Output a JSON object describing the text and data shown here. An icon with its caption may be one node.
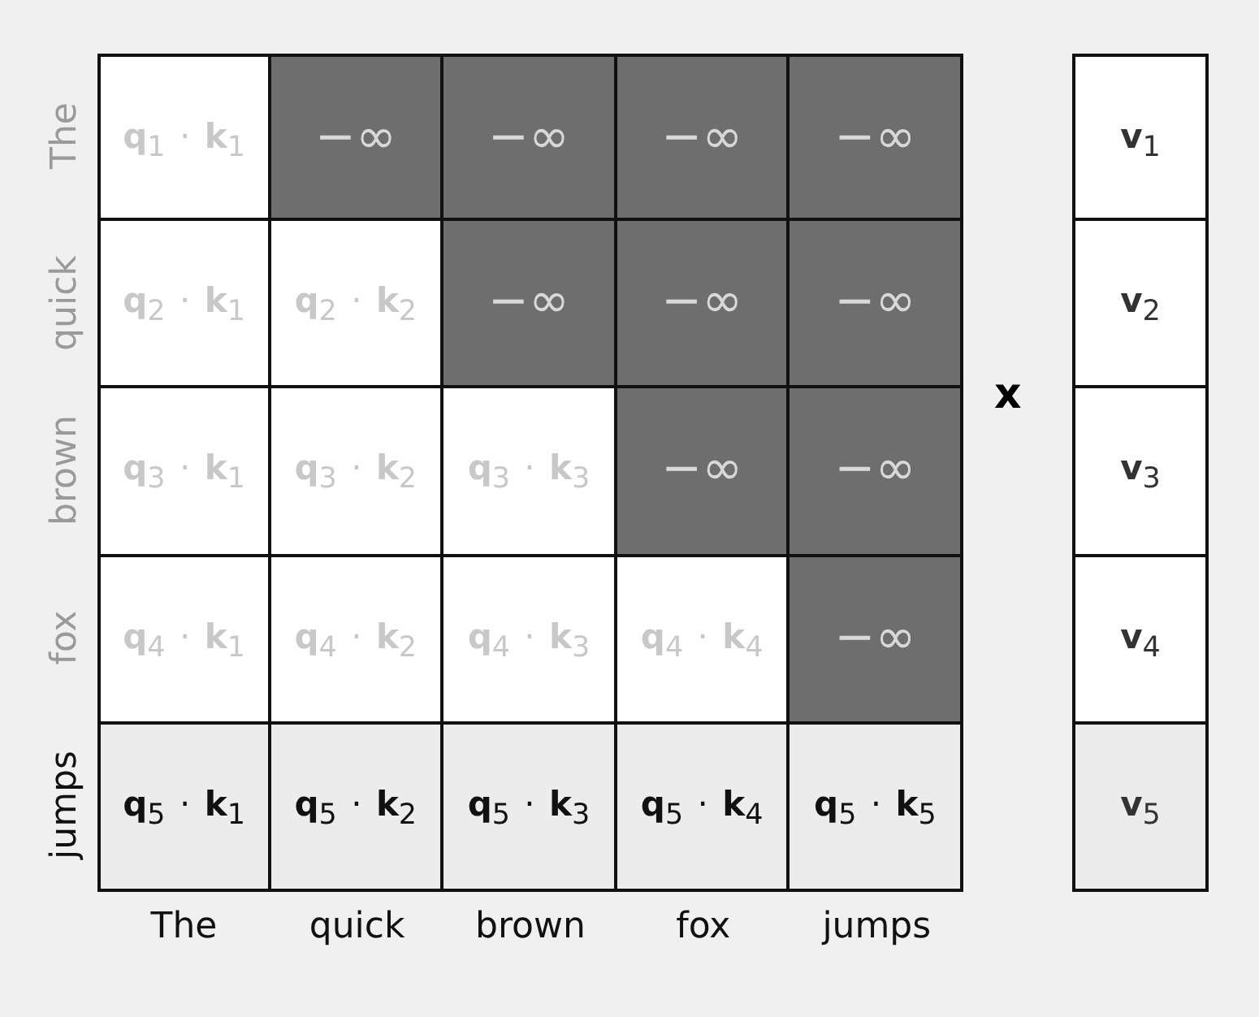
{
  "diagram": {
    "labels": [
      "The",
      "**q**$_{1}$ · **k**$_{1}$",
      "−∞",
      "−∞",
      "−∞",
      "−∞",
      "quick",
      "**q**$_{2}$ · **k**$_{1}$",
      "**q**$_{2}$ · **k**$_{2}$",
      "−∞",
      "−∞",
      "−∞",
      "brown",
      "**q**$_{3}$ · **k**$_{1}$",
      "**q**$_{3}$ · **k**$_{2}$",
      "**q**$_{3}$ · **k**$_{3}$",
      "−∞",
      "−∞",
      "fox",
      "**q**$_{4}$ · **k**$_{1}$",
      "**q**$_{4}$ · **k**$_{2}$",
      "**q**$_{4}$ · **k**$_{3}$",
      "**q**$_{4}$ · **k**$_{4}$",
      "−∞",
      "jumps",
      "**q**$_{5}$ · **k**$_{1}$",
      "**q**$_{5}$ · **k**$_{2}$",
      "**q**$_{5}$ · **k**$_{3}$",
      "**q**$_{5}$ · **k**$_{4}$",
      "**q**$_{5}$ · **k**$_{5}$",
      "The",
      "quick",
      "brown",
      "fox",
      "jumps",
      "x",
      "**v**$_{1}$",
      "**v**$_{2}$",
      "**v**$_{3}$",
      "**v**$_{4}$",
      "**v**$_{5}$"
    ]
  }
}
